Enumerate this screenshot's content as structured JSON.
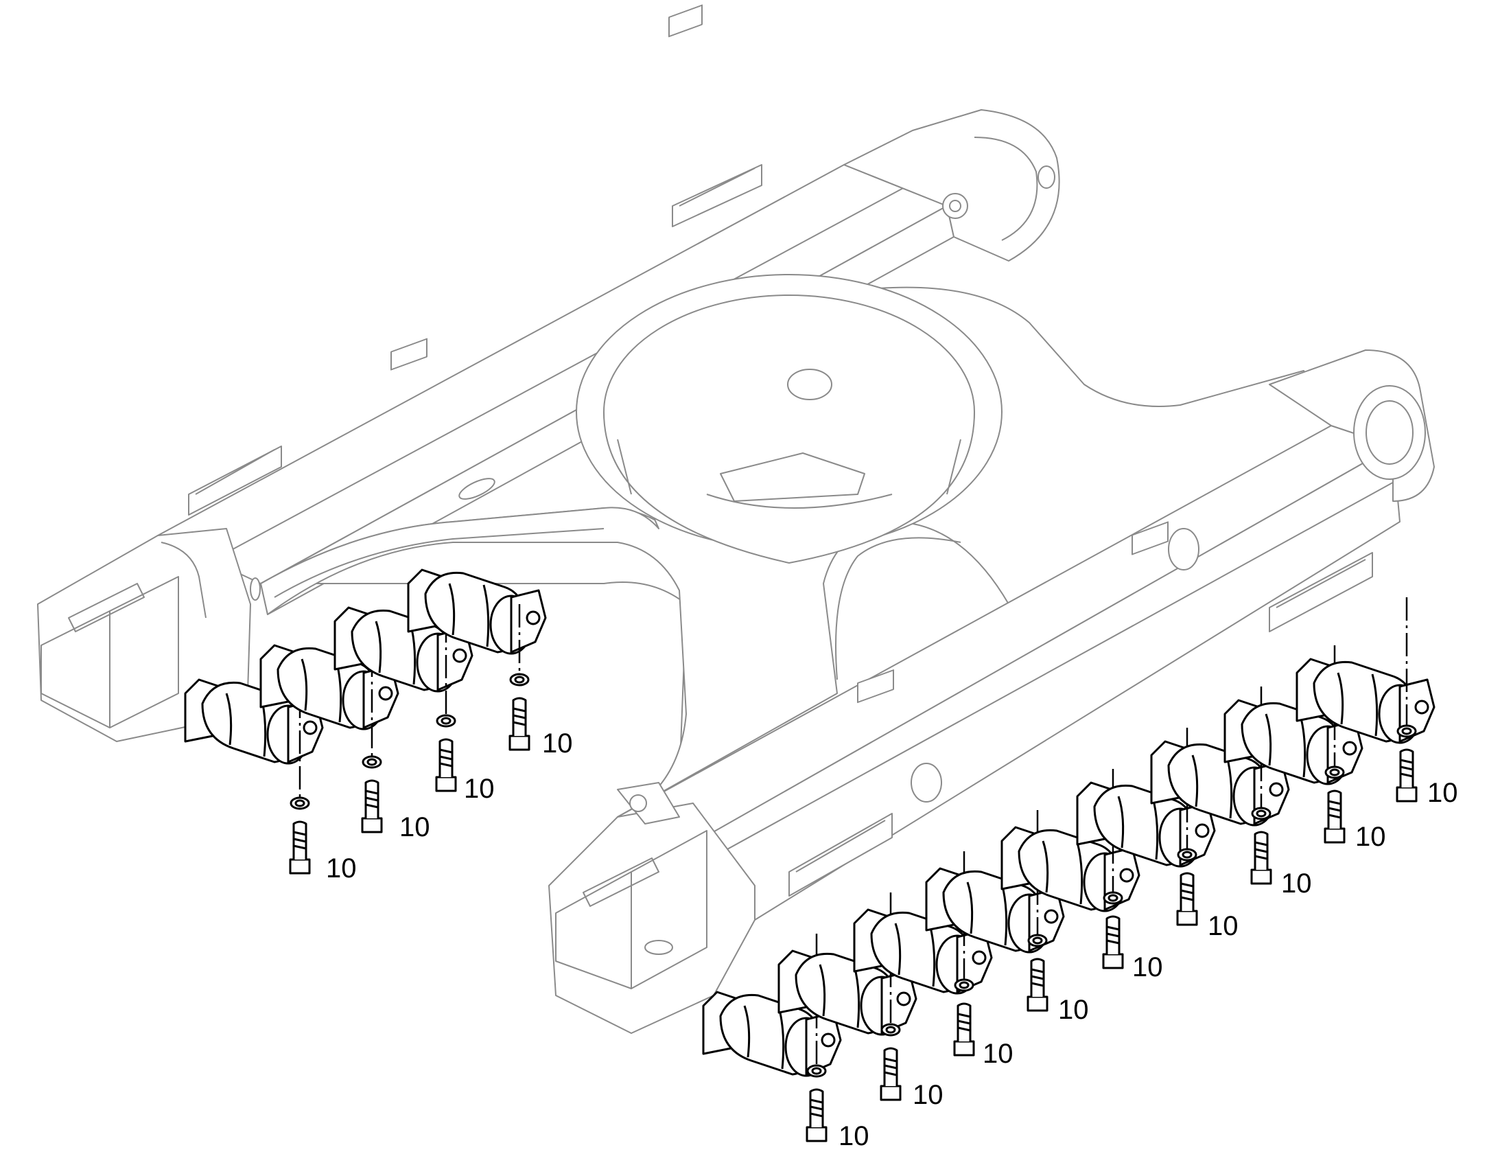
{
  "callout_number": "10",
  "parts": [
    {
      "name": "callout-left-1",
      "label": "10"
    },
    {
      "name": "callout-left-2",
      "label": "10"
    },
    {
      "name": "callout-left-3",
      "label": "10"
    },
    {
      "name": "callout-left-4",
      "label": "10"
    },
    {
      "name": "callout-right-1",
      "label": "10"
    },
    {
      "name": "callout-right-2",
      "label": "10"
    },
    {
      "name": "callout-right-3",
      "label": "10"
    },
    {
      "name": "callout-right-4",
      "label": "10"
    },
    {
      "name": "callout-right-5",
      "label": "10"
    },
    {
      "name": "callout-right-6",
      "label": "10"
    },
    {
      "name": "callout-right-7",
      "label": "10"
    },
    {
      "name": "callout-right-8",
      "label": "10"
    },
    {
      "name": "callout-right-9",
      "label": "10"
    }
  ],
  "colors": {
    "frame_line": "#8a8a8a",
    "part_line": "#000000",
    "background": "#ffffff"
  }
}
